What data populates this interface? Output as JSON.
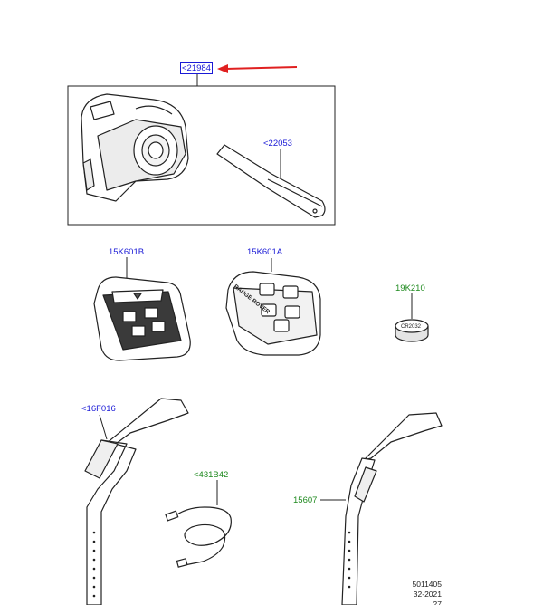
{
  "callouts": {
    "c21984": "<21984",
    "c22053": "<22053",
    "c15K601B": "15K601B",
    "c15K601A": "15K601A",
    "c19K210": "19K210",
    "c16F016": "<16F016",
    "c431B42": "<431B42",
    "c15607": "15607"
  },
  "embedded_text": {
    "battery": "CR2032",
    "fob_brand": "RANGE ROVER"
  },
  "footer": {
    "code": "5011405",
    "date": "32-2021",
    "page": "27"
  },
  "colors": {
    "callout_blue": "#1a1ad6",
    "callout_green": "#1f8a1f",
    "arrow_red": "#e02020",
    "line_dark": "#222222"
  }
}
